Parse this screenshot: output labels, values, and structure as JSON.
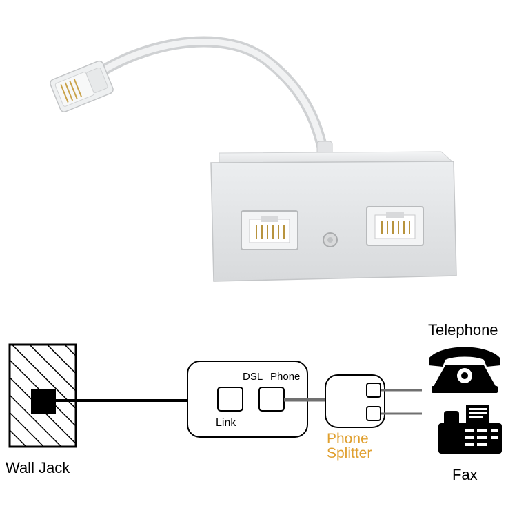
{
  "labels": {
    "wall_jack": "Wall Jack",
    "link": "Link",
    "dsl": "DSL",
    "phone": "Phone",
    "phone_splitter_line1": "Phone",
    "phone_splitter_line2": "Splitter",
    "telephone": "Telephone",
    "fax": "Fax"
  },
  "colors": {
    "splitter_label": "#e0a030",
    "line": "#000000",
    "cable_grey": "#707070",
    "product_body": "#e6e7e9"
  },
  "icons": [
    "wall-jack-icon",
    "telephone-icon",
    "fax-icon",
    "splitter-product-photo"
  ]
}
